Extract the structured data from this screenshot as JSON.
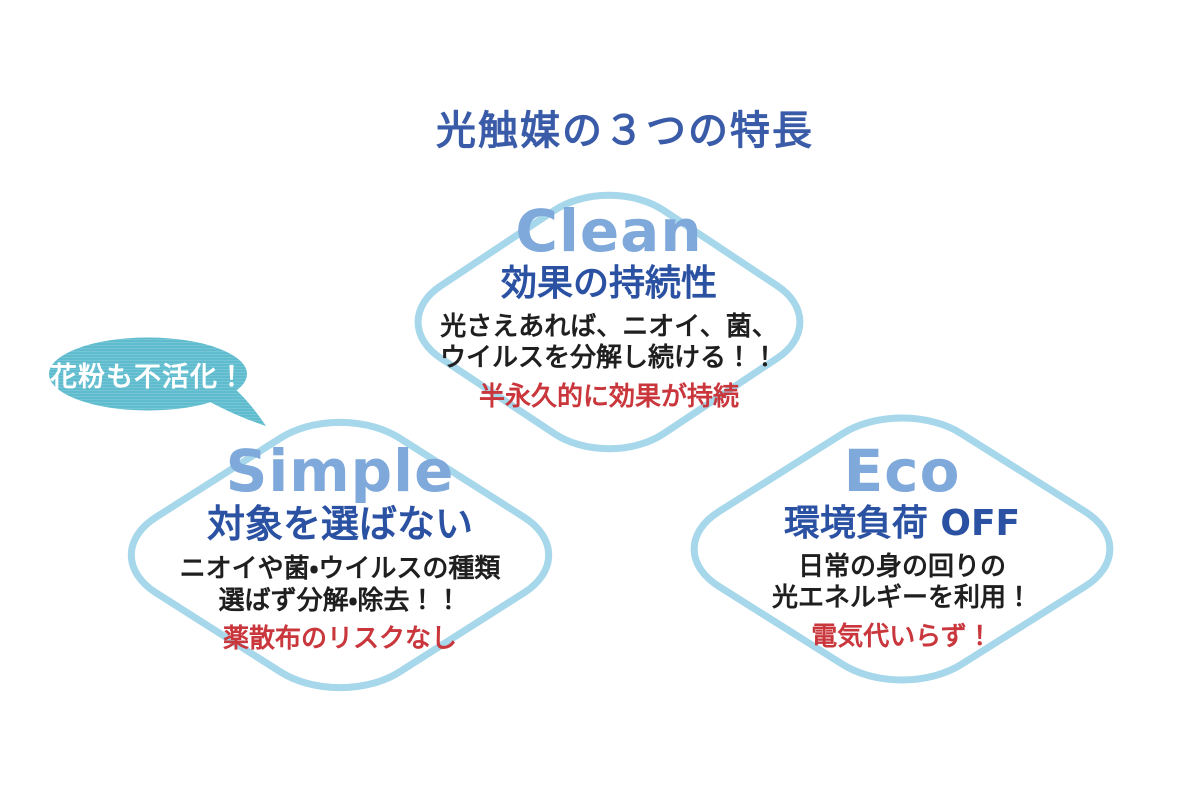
{
  "header": {
    "title": "光触媒の３つの特長"
  },
  "bubble": {
    "text": "花粉も不活化！"
  },
  "cards": [
    {
      "id": "clean",
      "name": "Clean",
      "subtitle": "効果の持続性",
      "body_lines": [
        "光さえあれば、ニオイ、菌、",
        "ウイルスを分解し続ける！！"
      ],
      "highlight": "半永久的に効果が持続"
    },
    {
      "id": "simple",
      "name": "Simple",
      "subtitle": "対象を選ばない",
      "body_lines": [
        "ニオイや菌・ウイルスの種類",
        "選ばず分解・除去！！"
      ],
      "highlight": "薬散布のリスクなし"
    },
    {
      "id": "eco",
      "name": "Eco",
      "subtitle": "環境負荷 OFF",
      "body_lines": [
        "日常の身の回りの",
        "光エネルギーを利用！"
      ],
      "highlight": "電気代いらず！"
    }
  ],
  "colors": {
    "title_blue": "#3A5CA8",
    "head_light_blue": "#7FA9DA",
    "head_dark_blue": "#2B51A3",
    "outline_blue": "#A6D7EA",
    "alert_red": "#C9373D",
    "body_black": "#1F1F1F",
    "bubble_teal": "#5EBCCE",
    "bubble_text": "#FFFFFF",
    "background": "#FFFFFF"
  }
}
